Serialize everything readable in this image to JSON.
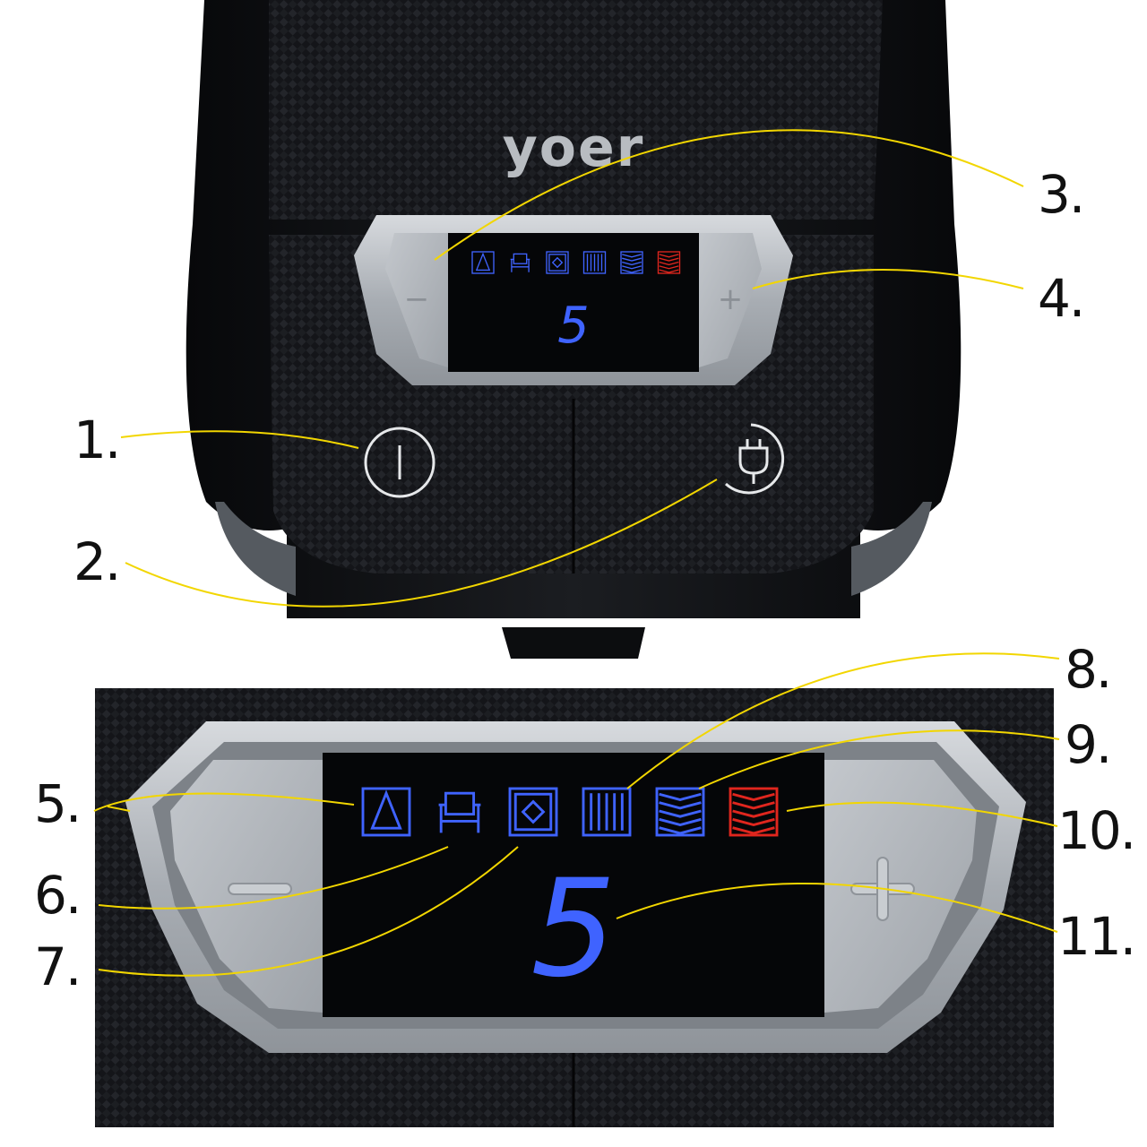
{
  "brand": "yoer",
  "display_digit": "5",
  "minus_symbol": "−",
  "plus_symbol": "+",
  "callouts": {
    "n1": "1.",
    "n2": "2.",
    "n3": "3.",
    "n4": "4.",
    "n5": "5.",
    "n6": "6.",
    "n7": "7.",
    "n8": "8.",
    "n9": "9.",
    "n10": "10.",
    "n11": "11."
  },
  "icons": [
    "curtain-icon",
    "armchair-icon",
    "rug-icon",
    "parquet-icon",
    "carpet-icon",
    "thick-carpet-icon"
  ],
  "colors": {
    "body": "#121316",
    "silver": "#a9aeb4",
    "display_blue": "#3f63ff",
    "display_red": "#e0261e",
    "callout_line": "#f2d600"
  }
}
